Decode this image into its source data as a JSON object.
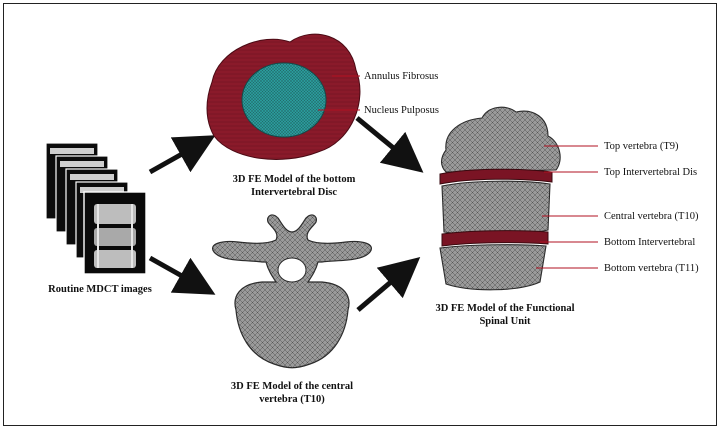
{
  "colors": {
    "annulus": "#8a1a2a",
    "nucleus": "#2a9a9a",
    "bone": "#9a9a9a",
    "disc_band": "#7a1424",
    "leader": "#b01020",
    "arrow": "#111111"
  },
  "captions": {
    "mdct": "Routine MDCT images",
    "disc_line1": "3D FE Model of the bottom",
    "disc_line2": "Intervertebral Disc",
    "vert_line1": "3D FE Model of the central",
    "vert_line2": "vertebra (T10)",
    "fsu_line1": "3D FE Model of the Functional",
    "fsu_line2": "Spinal Unit"
  },
  "disc_labels": {
    "annulus": "Annulus Fibrosus",
    "nucleus": "Nucleus Pulposus"
  },
  "fsu_labels": {
    "top_vertebra": "Top vertebra (T9)",
    "top_disc": "Top Intervertebral Dis",
    "central_vertebra": "Central vertebra (T10)",
    "bottom_disc": "Bottom Intervertebral",
    "bottom_vertebra": "Bottom vertebra (T11)"
  }
}
